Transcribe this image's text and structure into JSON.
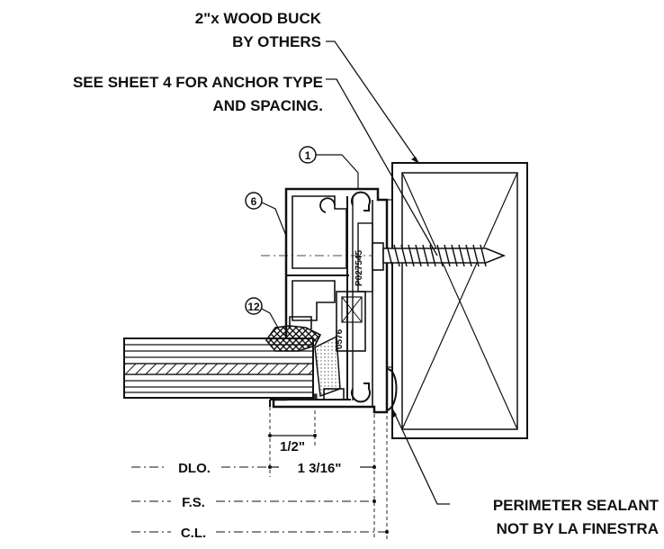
{
  "labels": {
    "wood_buck_line1": "2\"x WOOD BUCK",
    "wood_buck_line2": "BY OTHERS",
    "anchor_line1": "SEE SHEET 4 FOR ANCHOR TYPE",
    "anchor_line2": "AND SPACING.",
    "sealant_line1": "PERIMETER SEALANT",
    "sealant_line2": "NOT BY LA FINESTRA"
  },
  "callouts": {
    "frame": "1",
    "glass_stop": "6",
    "glazing_bead": "12"
  },
  "part_numbers": {
    "frame_part": "P027545",
    "stop_part": "0576"
  },
  "dimensions": {
    "half_inch": "1/2\"",
    "frame_depth": "1 3/16\"",
    "dlo": "DLO.",
    "fs": "F.S.",
    "cl": "C.L."
  },
  "colors": {
    "ink": "#111111",
    "glass": "#9a9a9a",
    "sealant": "#d8d8d8",
    "background": "#ffffff"
  }
}
